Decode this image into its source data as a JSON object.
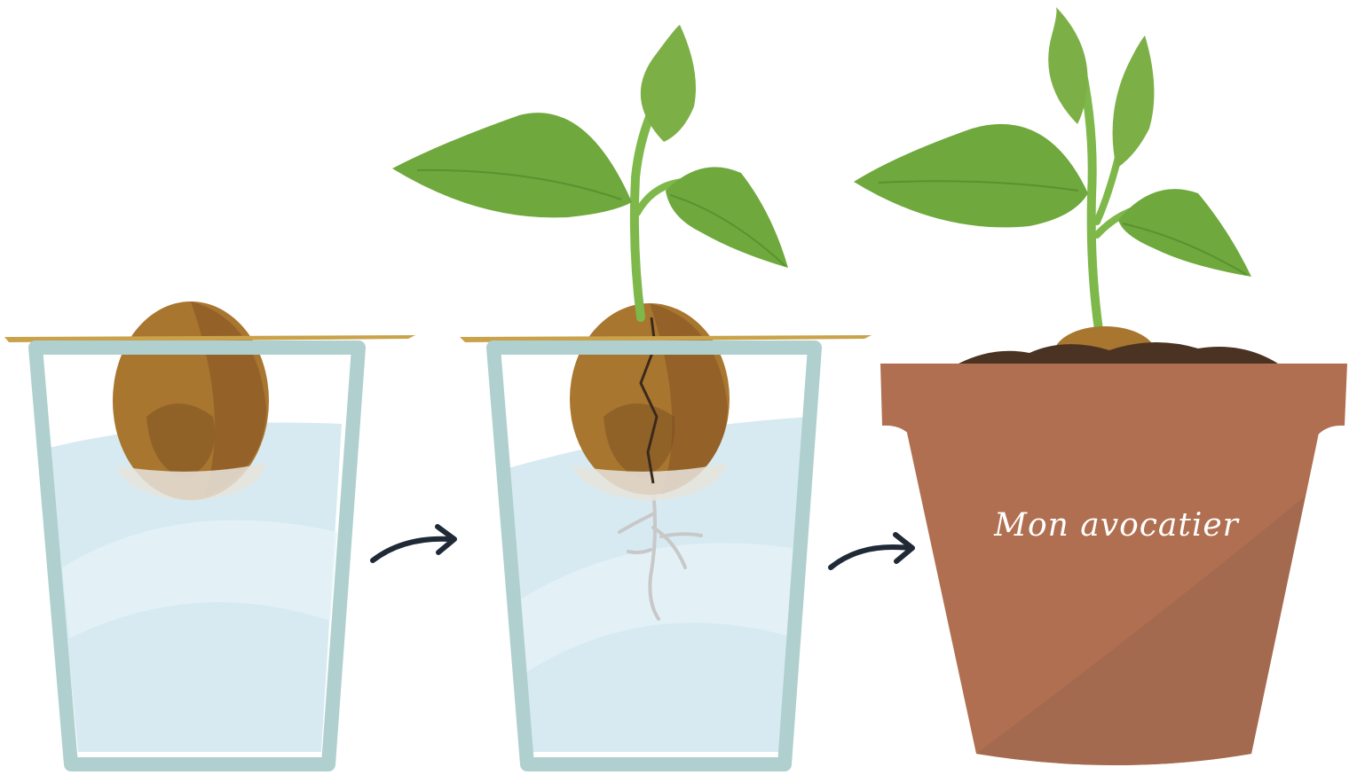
{
  "diagram": {
    "stages": [
      {
        "name": "seed-in-water"
      },
      {
        "name": "sprouted-seedling-in-water"
      },
      {
        "name": "potted-plant"
      }
    ],
    "pot_label": "Mon avocatier",
    "colors": {
      "glass": "#b0cfcf",
      "water": "#d7eaf2",
      "seed": "#a8762f",
      "seed_dark": "#8b5a26",
      "leaf": "#6fa83c",
      "leaf_light": "#8cc052",
      "stem": "#7fb84a",
      "root": "#c8c8c8",
      "toothpick": "#c9a24a",
      "pot": "#b06f50",
      "pot_shadow": "#a36a4f",
      "soil": "#4a3322",
      "arrow": "#1f2a36"
    }
  }
}
